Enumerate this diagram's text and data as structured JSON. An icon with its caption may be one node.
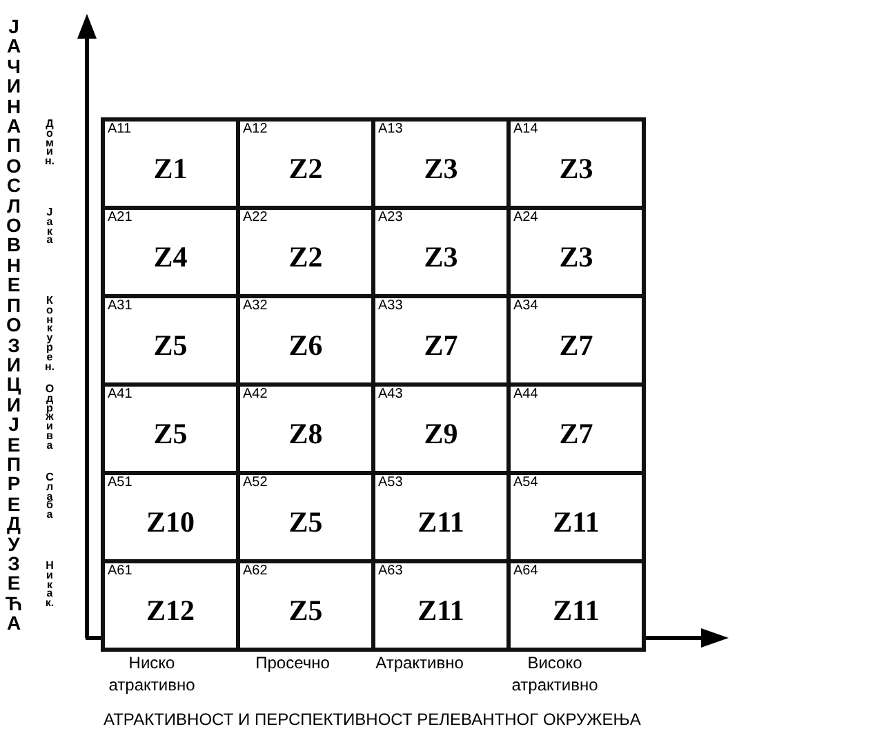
{
  "diagram": {
    "nodes": [
      {
        "text": [
          "A11",
          "Z1"
        ]
      },
      {
        "text": [
          "A12",
          "Z2"
        ]
      },
      {
        "text": [
          "A13",
          "Z3"
        ]
      },
      {
        "text": [
          "A14",
          "Z3"
        ]
      },
      {
        "text": [
          "A21",
          "Z4"
        ]
      },
      {
        "text": [
          "A22",
          "Z2"
        ]
      },
      {
        "text": [
          "A23",
          "Z3"
        ]
      },
      {
        "text": [
          "A24",
          "Z3"
        ]
      },
      {
        "text": [
          "A31",
          "Z5"
        ]
      },
      {
        "text": [
          "A32",
          "Z6"
        ]
      },
      {
        "text": [
          "A33",
          "Z7"
        ]
      },
      {
        "text": [
          "A34",
          "Z7"
        ]
      },
      {
        "text": [
          "A41",
          "Z5"
        ]
      },
      {
        "text": [
          "A42",
          "Z8"
        ]
      },
      {
        "text": [
          "A43",
          "Z9"
        ]
      },
      {
        "text": [
          "A44",
          "Z7"
        ]
      },
      {
        "text": [
          "A51",
          "Z10"
        ]
      },
      {
        "text": [
          "A52",
          "Z5"
        ]
      },
      {
        "text": [
          "A53",
          "Z11"
        ]
      },
      {
        "text": [
          "A54",
          "Z11"
        ]
      },
      {
        "text": [
          "A61",
          "Z12"
        ]
      },
      {
        "text": [
          "A62",
          "Z5"
        ]
      },
      {
        "text": [
          "A63",
          "Z11"
        ]
      },
      {
        "text": [
          "A64",
          "Z11"
        ]
      }
    ],
    "edges": [],
    "labels": [
      "ЈАЧИНА ПОСЛОВНЕ ПОЗИЦИЈЕ ПРЕДУЗЕЋА",
      "Домин.",
      "Јака",
      "Конкурен.",
      "Одржива",
      "Слаба",
      "Никак.",
      "Ниско атрактивно",
      "Просечно",
      "Атрактивно",
      "Високо атрактивно",
      "АТРАКТИВНОСТ И ПЕРСПЕКТИВНОСТ РЕЛЕВАНТНОГ ОКРУЖЕЊА"
    ]
  }
}
